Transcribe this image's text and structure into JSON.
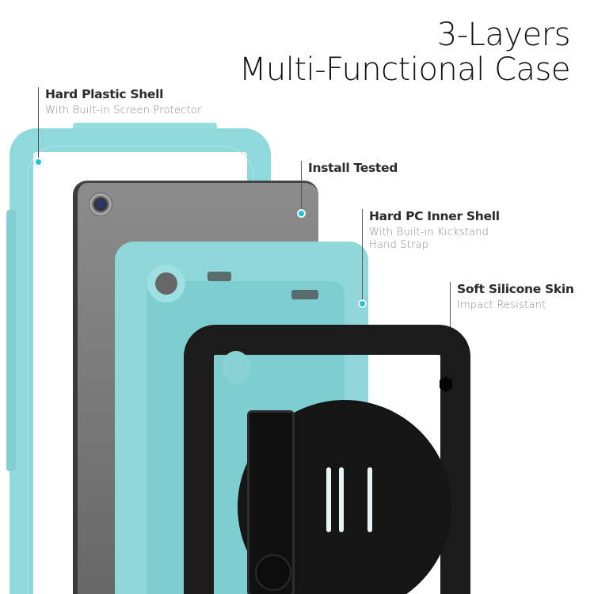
{
  "title": {
    "line1": "3-Layers",
    "line2": "Multi-Functional Case"
  },
  "callouts": [
    {
      "heading": "Hard Plastic Shell",
      "sub": [
        "With Built-in Screen Protector"
      ]
    },
    {
      "heading": "Install Tested",
      "sub": []
    },
    {
      "heading": "Hard PC Inner Shell",
      "sub": [
        "With Built-in Kickstand",
        "Hand Strap"
      ]
    },
    {
      "heading": "Soft Silicone Skin",
      "sub": [
        "Impact Resistant"
      ]
    }
  ],
  "colors": {
    "accent_dot": "#1fc4dc",
    "shell_mint": "#8fd8dc",
    "skin_black": "#1b1b1b",
    "tablet_gray": "#8c8c8c"
  },
  "icons": {
    "callout_marker": "cyan-dot-icon"
  }
}
